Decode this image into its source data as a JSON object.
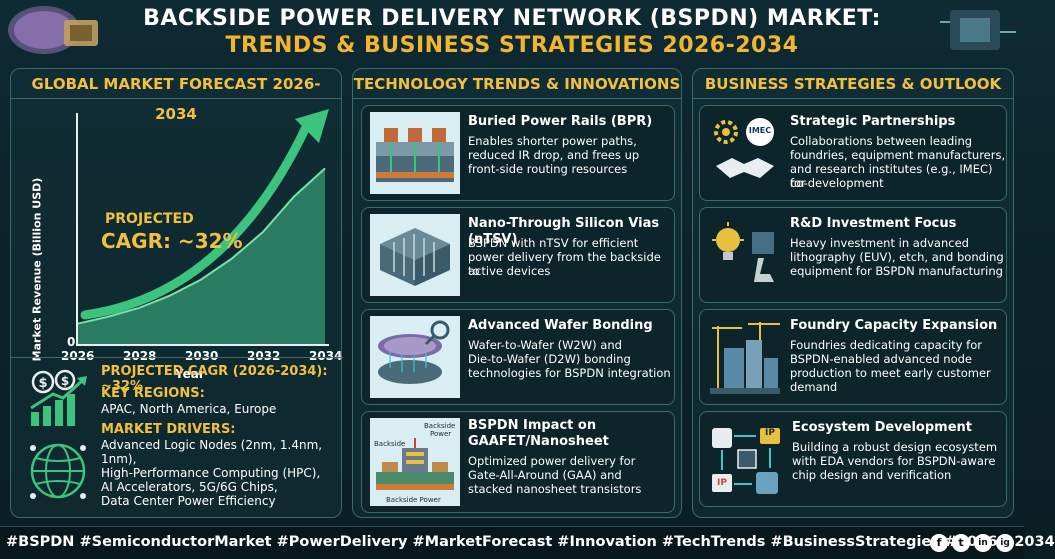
{
  "header": {
    "title_line1": "BACKSIDE POWER DELIVERY NETWORK (BSPDN) MARKET:",
    "title_line2": "TRENDS & BUSINESS STRATEGIES 2026-2034"
  },
  "panel_market": {
    "title": "GLOBAL MARKET FORECAST 2026-2034",
    "projected_label": "PROJECTED",
    "cagr_text": "CAGR: ~32%",
    "zero_label": "0",
    "projected_cagr": "PROJECTED CAGR (2026-2034): ~32%",
    "key_regions_title": "KEY REGIONS:",
    "key_regions_text": "APAC, North America, Europe",
    "drivers_title": "MARKET DRIVERS:",
    "drivers_lines": [
      "Advanced Logic Nodes (2nm, 1.4nm, 1nm),",
      "High-Performance Computing (HPC),",
      "AI Accelerators, 5G/6G Chips,",
      "Data Center Power Efficiency"
    ]
  },
  "chart_data": {
    "type": "area",
    "title": "",
    "xlabel": "Year",
    "ylabel": "Market Revenue (Billion USD)",
    "x_ticks": [
      "2026",
      "2028",
      "2030",
      "2032",
      "2034"
    ],
    "x": [
      2026,
      2027,
      2028,
      2029,
      2030,
      2031,
      2032,
      2033,
      2034
    ],
    "values": [
      0.12,
      0.16,
      0.21,
      0.28,
      0.37,
      0.49,
      0.64,
      0.84,
      1.0
    ],
    "ylim": [
      0,
      1.2
    ],
    "grid": false,
    "note_color": "#f2c040",
    "area_color": "#2e8a6a",
    "arrow_color": "#3cc47f"
  },
  "panel_tech": {
    "title": "TECHNOLOGY TRENDS & INNOVATIONS",
    "items": [
      {
        "title": "Buried Power Rails (BPR)",
        "lines": [
          "Enables shorter power paths,",
          "reduced IR drop, and frees up",
          "front-side routing resources"
        ]
      },
      {
        "title": "Nano-Through Silicon Vias (nTSV)",
        "lines": [
          "BSPDN with nTSV for efficient",
          "power delivery from the backside to",
          "active devices"
        ]
      },
      {
        "title": "Advanced Wafer Bonding",
        "lines": [
          "Wafer-to-Wafer (W2W) and",
          "Die-to-Wafer (D2W) bonding",
          "technologies for BSPDN integration"
        ]
      },
      {
        "title_lines": [
          "BSPDN Impact on",
          "GAAFET/Nanosheet"
        ],
        "lines": [
          "Optimized power delivery for",
          "Gate-All-Around (GAA) and",
          "stacked nanosheet transistors"
        ],
        "diagram_labels": {
          "backside": "Backside",
          "backside_power_top": "Backside",
          "backside_power_top2": "Power",
          "backside_power_bottom": "Backside Power"
        }
      }
    ]
  },
  "panel_business": {
    "title": "BUSINESS STRATEGIES & OUTLOOK",
    "items": [
      {
        "title": "Strategic Partnerships",
        "lines": [
          "Collaborations between leading",
          "foundries, equipment manufacturers,",
          "and research institutes (e.g., IMEC) for",
          "co-development"
        ],
        "badge": "IMEC"
      },
      {
        "title": "R&D Investment Focus",
        "lines": [
          "Heavy investment in advanced",
          "lithography (EUV), etch, and bonding",
          "equipment for BSPDN manufacturing"
        ]
      },
      {
        "title": "Foundry Capacity Expansion",
        "lines": [
          "Foundries dedicating capacity for",
          "BSPDN-enabled advanced node",
          "production to meet early customer demand"
        ]
      },
      {
        "title": "Ecosystem Development",
        "lines": [
          "Building a robust design ecosystem",
          "with EDA vendors for BSPDN-aware",
          "chip design and verification"
        ],
        "badges": [
          "IP",
          "IP"
        ]
      }
    ]
  },
  "footer": {
    "hashtags": "#BSPDN #SemiconductorMarket #PowerDelivery #MarketForecast #Innovation #TechTrends #BusinessStrategies #2026to2034",
    "social": [
      "f",
      "t",
      "in",
      "ig"
    ]
  }
}
